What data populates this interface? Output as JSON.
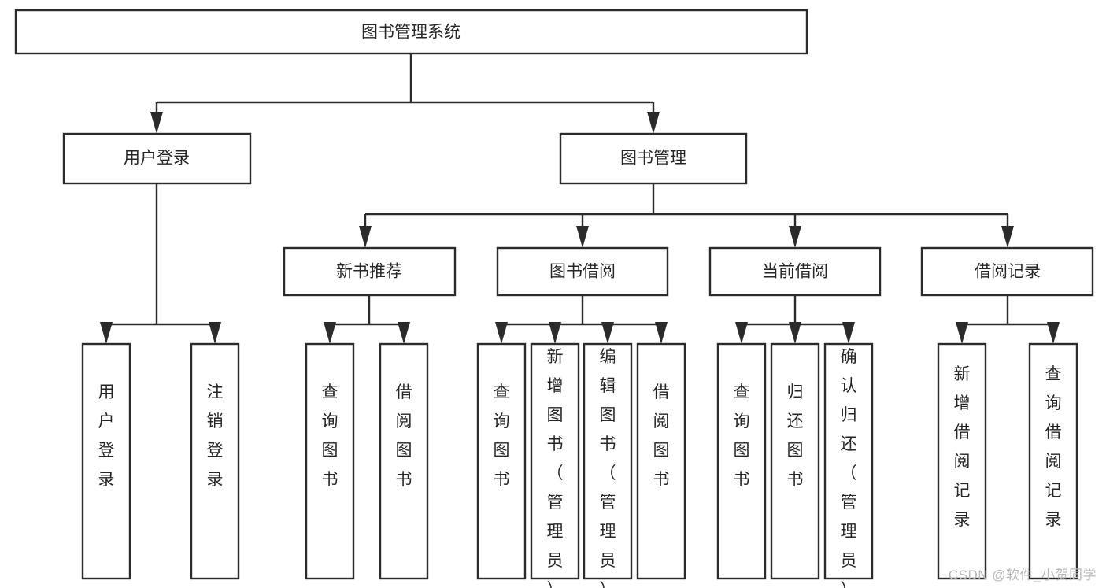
{
  "diagram": {
    "type": "tree-hierarchy",
    "orientation": "top-down",
    "root": {
      "id": "root",
      "label": "图书管理系统"
    },
    "level2": [
      {
        "id": "user-login",
        "label": "用户登录"
      },
      {
        "id": "book-manage",
        "label": "图书管理"
      }
    ],
    "level3": [
      {
        "id": "new-book-rec",
        "label": "新书推荐",
        "parent": "book-manage"
      },
      {
        "id": "book-borrow",
        "label": "图书借阅",
        "parent": "book-manage"
      },
      {
        "id": "current-borrow",
        "label": "当前借阅",
        "parent": "book-manage"
      },
      {
        "id": "borrow-record",
        "label": "借阅记录",
        "parent": "book-manage"
      }
    ],
    "leaves": {
      "user-login": [
        {
          "id": "leaf-user-login",
          "label": "用户登录"
        },
        {
          "id": "leaf-logout",
          "label": "注销登录"
        }
      ],
      "new-book-rec": [
        {
          "id": "leaf-query-book-1",
          "label": "查询图书"
        },
        {
          "id": "leaf-borrow-book-1",
          "label": "借阅图书"
        }
      ],
      "book-borrow": [
        {
          "id": "leaf-query-book-2",
          "label": "查询图书"
        },
        {
          "id": "leaf-add-book",
          "label": "新增图书（管理员）"
        },
        {
          "id": "leaf-edit-book",
          "label": "编辑图书（管理员）"
        },
        {
          "id": "leaf-borrow-book-2",
          "label": "借阅图书"
        }
      ],
      "current-borrow": [
        {
          "id": "leaf-query-book-3",
          "label": "查询图书"
        },
        {
          "id": "leaf-return-book",
          "label": "归还图书"
        },
        {
          "id": "leaf-confirm-return",
          "label": "确认归还（管理员）"
        }
      ],
      "borrow-record": [
        {
          "id": "leaf-add-record",
          "label": "新增借阅记录"
        },
        {
          "id": "leaf-query-record",
          "label": "查询借阅记录"
        }
      ]
    },
    "colors": {
      "box_stroke": "#2b2b2b",
      "box_fill": "#ffffff",
      "text": "#262626",
      "canvas": "#ffffff",
      "watermark": "#b9b9b9"
    }
  },
  "watermark": {
    "text": "CSDN @软件_小贺同学"
  }
}
